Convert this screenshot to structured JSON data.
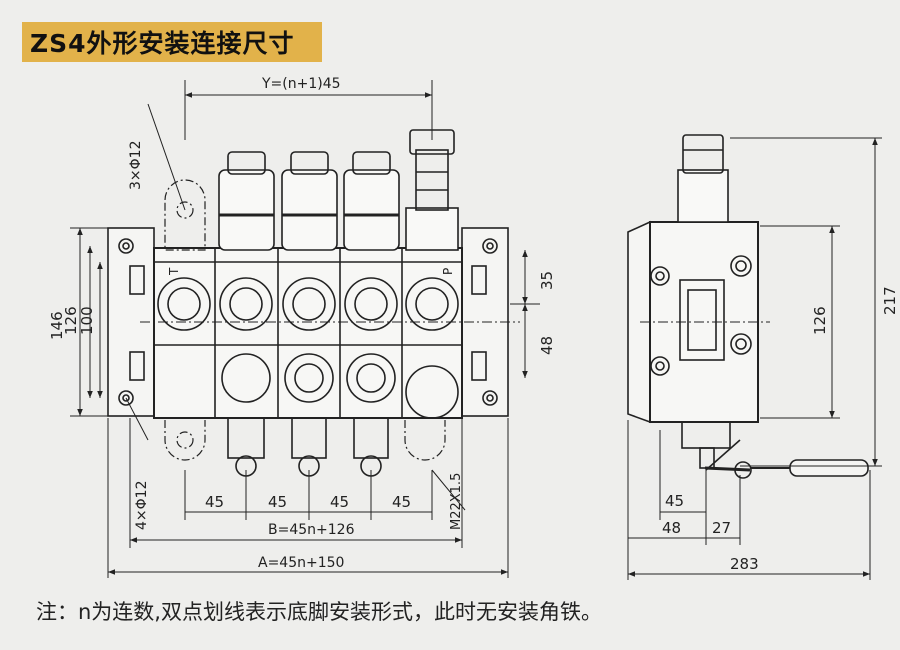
{
  "title": "ZS4外形安装连接尺寸",
  "footnote": "注：n为连数,双点划线表示底脚安装形式，此时无安装角铁。",
  "dimensions": {
    "y_total": "Y=(n+1)45",
    "holes_top": "3×Φ12",
    "holes_bottom": "4×Φ12",
    "height_146": "146",
    "height_126": "126",
    "height_100": "100",
    "port_35": "35",
    "port_48": "48",
    "pitch_1": "45",
    "pitch_2": "45",
    "pitch_3": "45",
    "pitch_4": "45",
    "b_total": "B=45n+126",
    "a_total": "A=45n+150",
    "thread": "M22X1.5",
    "port_p": "P",
    "port_t": "T",
    "side_217": "217",
    "side_126": "126",
    "side_45": "45",
    "side_48": "48",
    "side_27": "27",
    "side_283": "283"
  },
  "colors": {
    "title_bg": "#e2b24a",
    "line": "#222222",
    "background": "#eeeeec"
  }
}
